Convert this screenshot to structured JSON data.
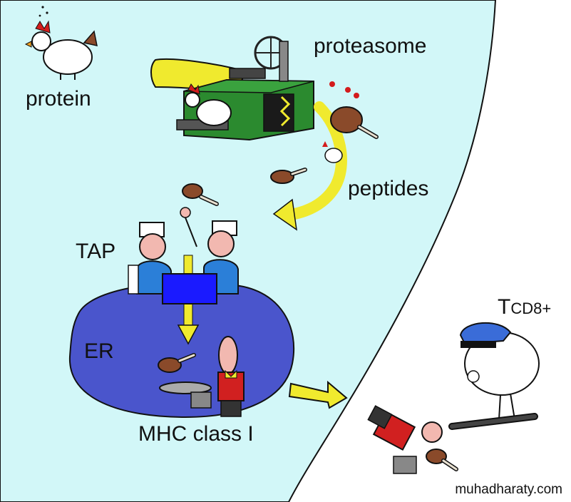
{
  "labels": {
    "protein": "protein",
    "proteasome": "proteasome",
    "peptides": "peptides",
    "tap": "TAP",
    "er": "ER",
    "mhc": "MHC class I",
    "t_main": "T",
    "t_sub": "CD8+"
  },
  "watermark": "muhadharaty.com",
  "colors": {
    "cell_interior": "#d2f7f8",
    "er": "#4a55cc",
    "tap": "#1a1aff",
    "proteasome": "#2b8a2f",
    "arrow": "#f0ea2e",
    "drumstick": "#8a4a2a",
    "cap": "#3a6cd8",
    "vest": "#d12020"
  },
  "icons": [
    "chicken-icon",
    "proteasome-machine-icon",
    "drumstick-icon",
    "butcher-figure-icon",
    "waiter-figure-icon",
    "police-figure-icon",
    "baton-icon"
  ]
}
